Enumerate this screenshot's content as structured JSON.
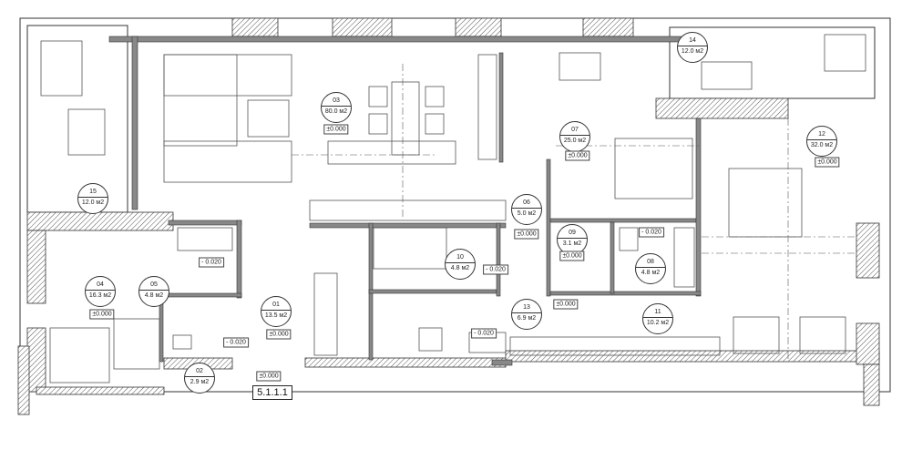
{
  "rooms": [
    {
      "id": "15",
      "area": "12.0 м2"
    },
    {
      "id": "04",
      "area": "16.3 м2"
    },
    {
      "id": "05",
      "area": "4.8 м2"
    },
    {
      "id": "02",
      "area": "2.9 м2"
    },
    {
      "id": "01",
      "area": "13.5 м2"
    },
    {
      "id": "03",
      "area": "80.0 м2"
    },
    {
      "id": "06",
      "area": "5.0 м2"
    },
    {
      "id": "07",
      "area": "25.0 м2"
    },
    {
      "id": "09",
      "area": "3.1 м2"
    },
    {
      "id": "10",
      "area": "4.8 м2"
    },
    {
      "id": "13",
      "area": "6.9 м2"
    },
    {
      "id": "08",
      "area": "4.8 м2"
    },
    {
      "id": "11",
      "area": "10.2 м2"
    },
    {
      "id": "12",
      "area": "32.0 м2"
    },
    {
      "id": "14",
      "area": "12.0 м2"
    }
  ],
  "levels": {
    "r04": "±0.000",
    "r05": "- 0.020",
    "r01": "±0.000",
    "r02_wc": "- 0.020",
    "entry": "±0.000",
    "r03": "±0.000",
    "r06": "±0.000",
    "r07": "±0.000",
    "r09": "±0.000",
    "r10": "- 0.020",
    "r13_wc": "- 0.020",
    "r13": "±0.000",
    "r08": "- 0.020",
    "r12": "±0.000"
  },
  "apartment_label": "5.1.1.1",
  "colors": {
    "wall": "#888888",
    "line": "#333333"
  }
}
